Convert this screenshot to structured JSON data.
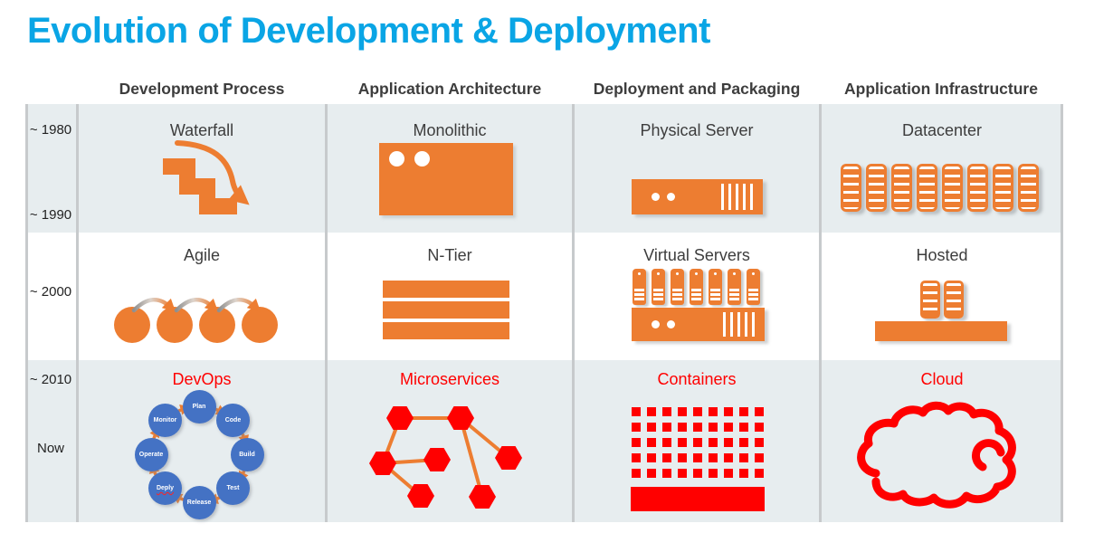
{
  "title": "Evolution of Development & Deployment",
  "column_headers": [
    "Development Process",
    "Application Architecture",
    "Deployment and Packaging",
    "Application Infrastructure"
  ],
  "rows": [
    {
      "era_start": "~ 1980",
      "era_end": "~ 1990",
      "cells": {
        "development_process": "Waterfall",
        "application_architecture": "Monolithic",
        "deployment_packaging": "Physical Server",
        "application_infrastructure": "Datacenter"
      }
    },
    {
      "era_start": "~ 2000",
      "era_end": "",
      "cells": {
        "development_process": "Agile",
        "application_architecture": "N-Tier",
        "deployment_packaging": "Virtual Servers",
        "application_infrastructure": "Hosted"
      }
    },
    {
      "era_start": "~ 2010",
      "era_end": "Now",
      "cells": {
        "development_process": "DevOps",
        "application_architecture": "Microservices",
        "deployment_packaging": "Containers",
        "application_infrastructure": "Cloud"
      }
    }
  ],
  "devops": {
    "nodes": [
      "Plan",
      "Code",
      "Build",
      "Test",
      "Release",
      "Deply",
      "Operate",
      "Monitor"
    ],
    "misspelled_node": "Deply"
  },
  "icons": {
    "datacenter_rack_count": 8,
    "agile_sprint_count": 4,
    "ntier_bar_count": 3,
    "virtual_server_count": 7,
    "hosted_rack_count": 2,
    "containers_grid": {
      "cols": 9,
      "rows": 5
    },
    "microservices_hexagon_count": 7
  },
  "colors": {
    "title_cyan": "#0AA5E5",
    "accent_orange": "#ED7D31",
    "accent_red": "#FF0000",
    "devops_blue": "#4472C4",
    "row_band_gray": "#E7EDEF"
  }
}
